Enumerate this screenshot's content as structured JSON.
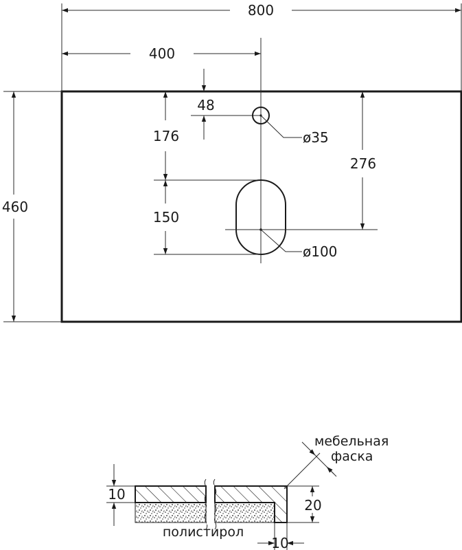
{
  "dimensions": {
    "width": "800",
    "half_width": "400",
    "top_offset": "48",
    "vertical_176": "176",
    "vertical_276": "276",
    "height": "460",
    "oval_height": "150",
    "hole_small_dia": "ø35",
    "hole_large_dia": "ø100"
  },
  "section": {
    "thickness": "10",
    "edge_height": "20",
    "edge_width": "10",
    "chamfer_label_line1": "мебельная",
    "chamfer_label_line2": "фаска",
    "core_label": "полистирол"
  },
  "colors": {
    "line": "#1a1a1a",
    "background": "#ffffff"
  }
}
